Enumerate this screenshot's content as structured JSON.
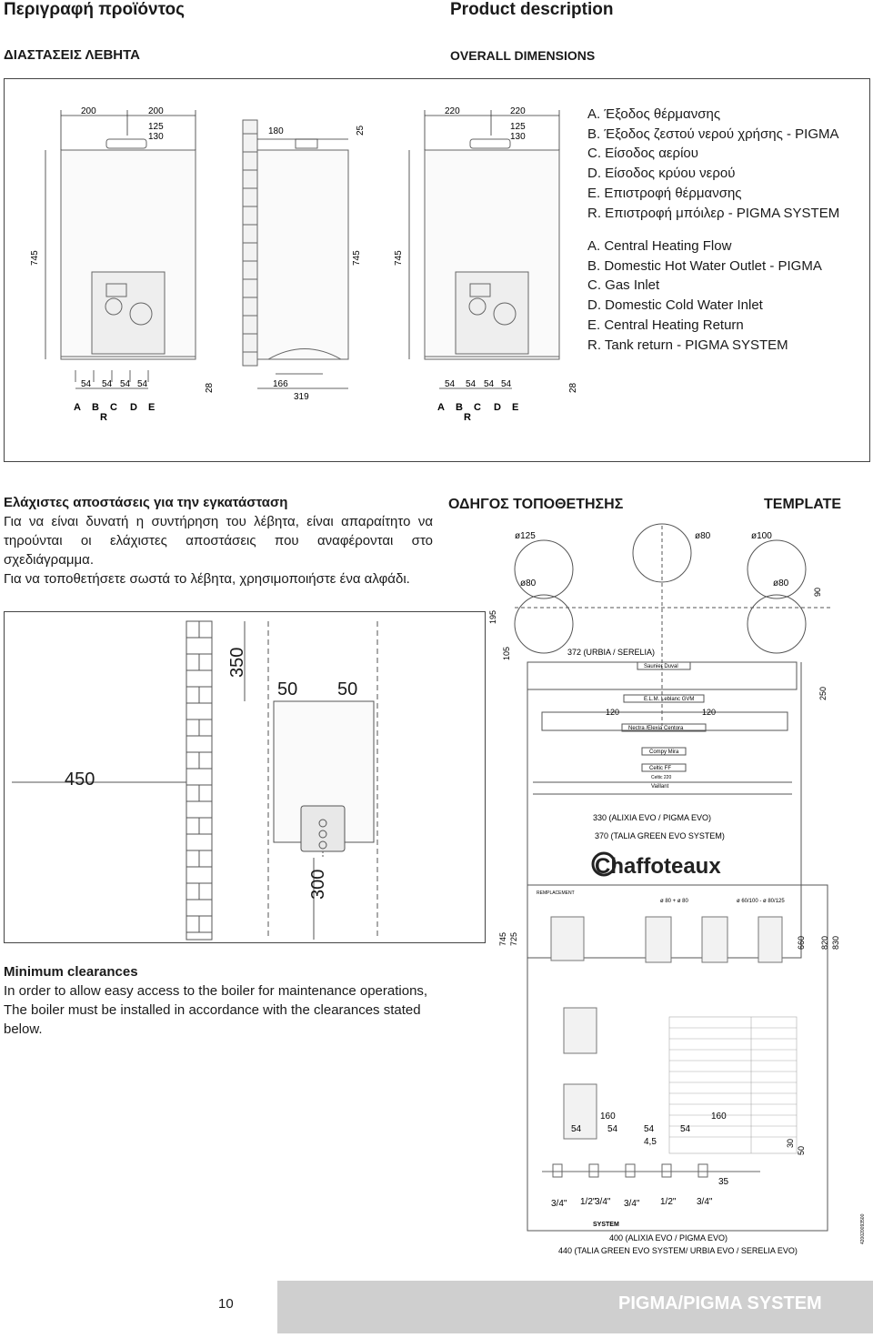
{
  "header": {
    "title_gr": "Περιγραφή προϊόντος",
    "title_en": "Product description",
    "subtitle_gr": "ΔΙΑΣΤΑΣΕΙΣ ΛΕΒΗΤΑ",
    "subtitle_en": "OVERALL DIMENSIONS"
  },
  "legend_gr": [
    "A. Έξοδος θέρμανσης",
    "B. Έξοδος ζεστού νερού χρήσης - PIGMA",
    "C. Είσοδος αερίου",
    "D. Είσοδος κρύου νερού",
    "E. Επιστροφή θέρμανσης",
    "R. Επιστροφή μπόιλερ - PIGMA SYSTEM"
  ],
  "legend_en": [
    "A. Central Heating Flow",
    "B. Domestic Hot Water Outlet - PIGMA",
    "C. Gas Inlet",
    "D. Domestic Cold Water Inlet",
    "E. Central Heating Return",
    "R. Tank return - PIGMA SYSTEM"
  ],
  "dims_top": {
    "d200a": "200",
    "d200b": "200",
    "d125a": "125",
    "d130a": "130",
    "d180": "180",
    "d25": "25",
    "d220a": "220",
    "d220b": "220",
    "d125b": "125",
    "d130b": "130",
    "d745a": "745",
    "d745b": "745",
    "d745c": "745",
    "d54": "54",
    "d28": "28",
    "d166": "166",
    "d319": "319",
    "lA": "A",
    "lB": "B",
    "lC": "C",
    "lD": "D",
    "lE": "E",
    "lR": "R"
  },
  "clearances_gr": {
    "title": "Ελάχιστες αποστάσεις για την εγκατάσταση",
    "text": "Για να είναι δυνατή η συντήρηση του λέβητα, είναι απαραίτητο να τηρούνται οι ελάχιστες αποστάσεις που αναφέρονται στο σχεδιάγραμμα.",
    "text2": "Για να τοποθετήσετε σωστά το λέβητα, χρησιμοποιήστε ένα αλφάδι."
  },
  "clearance_dims": {
    "top": "350",
    "left": "50",
    "right": "50",
    "front": "450",
    "bottom": "300"
  },
  "clearances_en": {
    "title": "Minimum clearances",
    "text": "In order to allow easy access to the boiler for maintenance operations, The boiler must be installed in accordance with the clearances stated below."
  },
  "template": {
    "title_gr": "ΟΔΗΓΟΣ ΤΟΠΟΘΕΤΗΣΗΣ",
    "title_en": "TEMPLATE",
    "o125": "ø125",
    "o80a": "ø80",
    "o100": "ø100",
    "o80b": "ø80",
    "o80c": "ø80",
    "d90": "90",
    "d195": "195",
    "d105": "105",
    "d250": "250",
    "d372": "372 (URBIA / SERELIA)",
    "saunier": "Saunier Duval",
    "elm": "E.L.M. Leblanc GVM",
    "nectra": "Nectra /Elexia Centora",
    "d120a": "120",
    "d120b": "120",
    "compy": "Compy  Mira",
    "celtic": "Celtic FF",
    "celtic2": "Celtic 220",
    "vaillant": "Vaillant",
    "d330": "330 (ALIXIA EVO / PIGMA EVO)",
    "d370": "370 (TALIA GREEN EVO SYSTEM)",
    "brand": "Chaffoteaux",
    "replacement": "REMPLACEMENT",
    "flue1": "ø 80 + ø 80",
    "flue2": "ø 60/100 - ø 80/125",
    "d745": "745",
    "d725": "725",
    "d660": "660",
    "d820": "820",
    "d830": "830",
    "d160a": "160",
    "d160b": "160",
    "d54": "54",
    "d4_5": "4,5",
    "d30": "30",
    "d50": "50",
    "d35": "35",
    "f34a": "3/4\"",
    "f12a": "1/2\"",
    "f34b": "3/4\"",
    "f34c": "3/4\"",
    "f12b": "1/2\"",
    "f34d": "3/4\"",
    "system": "SYSTEM",
    "d400": "400 (ALIXIA EVO / PIGMA EVO)",
    "d440": "440 (TALIA  GREEN EVO SYSTEM/ URBIA EVO / SERELIA EVO)",
    "code": "420020093500"
  },
  "footer": {
    "page": "10",
    "product": "PIGMA/PIGMA SYSTEM"
  }
}
